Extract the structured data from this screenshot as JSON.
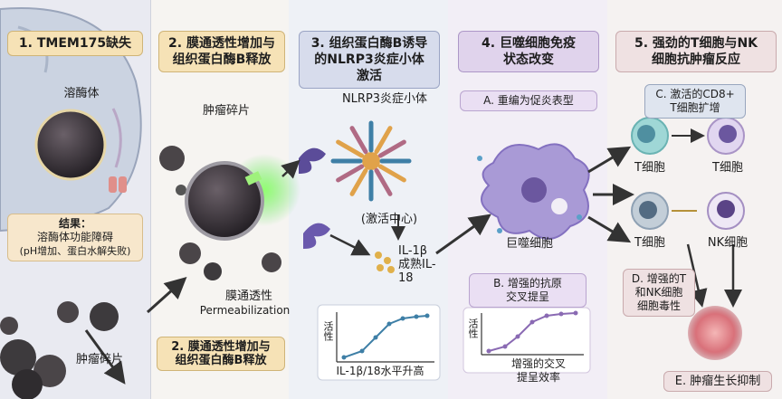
{
  "panel1": {
    "header": "1. TMEM175缺失",
    "lysosome_label": "溶酶体",
    "result_lines": [
      "结果：",
      "溶酶体功能障碍",
      "(pH增加、蛋白水解失败)"
    ],
    "fragments_label": "肿瘤碎片"
  },
  "panel2": {
    "header_lines": [
      "2. 膜通透性增加与",
      "组织蛋白酶B释放"
    ],
    "fragments_label": "肿瘤碎片",
    "permeability_cn": "膜通透性",
    "permeability_en": "Permeabilization",
    "footer_lines": [
      "2. 膜通透性增加与",
      "组织蛋白酶B释放"
    ]
  },
  "panel3": {
    "header_lines": [
      "3. 组织蛋白酶B诱导",
      "的NLRP3炎症小体",
      "激活"
    ],
    "nlrp3_label": "NLRP3炎症小体",
    "center_label": "(激活中心)",
    "il_lines": [
      "IL-1β",
      "成熟IL-18"
    ],
    "graph_ylabel": "活性",
    "graph_caption": "IL-1β/18水平升高"
  },
  "panel4": {
    "header_lines": [
      "4. 巨噬细胞免疫",
      "状态改变"
    ],
    "subA": "A. 重编为促炎表型",
    "macrophage_label": "巨噬细胞",
    "subB_lines": [
      "B. 增强的抗原",
      "交叉提呈"
    ],
    "graph_ylabel": "活性",
    "graph_caption_lines": [
      "增强的交叉",
      "提呈效率"
    ]
  },
  "panel5": {
    "header_lines": [
      "5. 强劲的T细胞与NK",
      "细胞抗肿瘤反应"
    ],
    "subC_lines": [
      "C. 激活的CD8+",
      "T细胞扩增"
    ],
    "tcell_labels": [
      "T细胞",
      "T细胞",
      "T细胞"
    ],
    "nk_label": "NK细胞",
    "subD_lines": [
      "D. 增强的T",
      "和NK细胞",
      "细胞毒性"
    ],
    "subE": "E. 肿瘤生长抑制"
  },
  "colors": {
    "header_gold": "#f6e2b6",
    "header_blue": "#d7dcec",
    "header_purple": "#e0d3ec",
    "header_pink": "#efe1e2",
    "tumor_dark": "#3d3a3d",
    "macrophage": "#a99ad6",
    "green_glow": "#5fe05a",
    "curve_blue": "#3e7fa6",
    "curve_purple": "#8a6ab3"
  }
}
